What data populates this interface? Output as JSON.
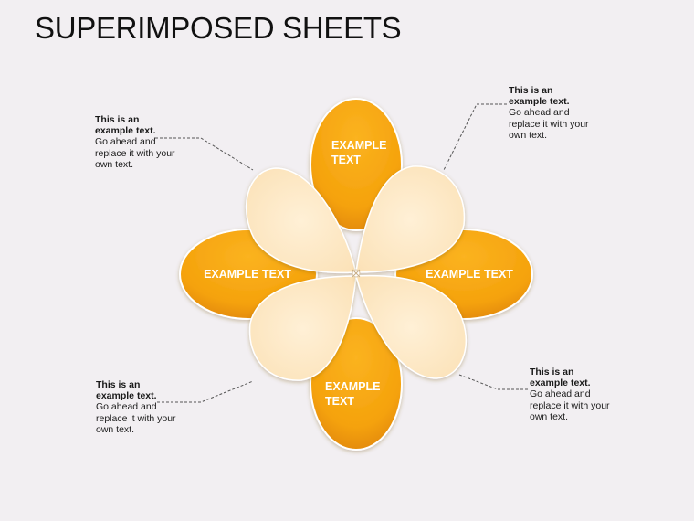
{
  "title": "SUPERIMPOSED SHEETS",
  "colors": {
    "petal": "#f5a20c",
    "petal_dark": "#e48a05",
    "leaf": "#fde8c4",
    "leaf_edge": "#ffffff",
    "background": "#f2eff2"
  },
  "petals": {
    "top": [
      "EXAMPLE",
      "TEXT"
    ],
    "left": "EXAMPLE TEXT",
    "right": "EXAMPLE TEXT",
    "bottom": [
      "EXAMPLE",
      "TEXT"
    ]
  },
  "notes": {
    "top_left": {
      "bold": [
        "This is an",
        "example text."
      ],
      "normal": [
        "Go ahead and",
        "replace it with your",
        "own text."
      ]
    },
    "top_right": {
      "bold": [
        "This is an",
        "example text."
      ],
      "normal": [
        "Go ahead and",
        "replace it with your",
        "own text."
      ]
    },
    "bottom_left": {
      "bold": [
        "This is an",
        "example text."
      ],
      "normal": [
        "Go ahead and",
        "replace it with your",
        "own text."
      ]
    },
    "bottom_right": {
      "bold": [
        "This is an",
        "example text."
      ],
      "normal": [
        "Go ahead and",
        "replace it with your",
        "own text."
      ]
    }
  }
}
